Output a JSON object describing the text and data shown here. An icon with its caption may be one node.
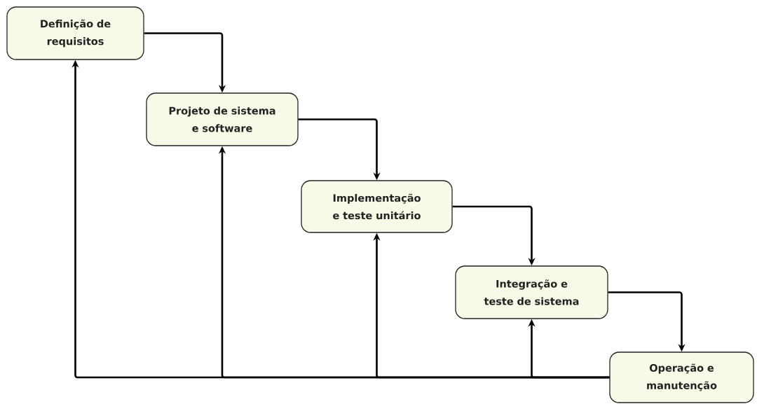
{
  "diagram": {
    "nodes": [
      {
        "text": [
          "Definição de requisitos"
        ]
      },
      {
        "text": [
          "Projeto de sistema e software"
        ]
      },
      {
        "text": [
          "Implementação e teste unitário"
        ]
      },
      {
        "text": [
          "Integração e teste de sistema"
        ]
      },
      {
        "text": [
          "Operação e manutenção"
        ]
      }
    ],
    "edges": [
      {
        "from": 0,
        "to": 1,
        "arrow": "to"
      },
      {
        "from": 1,
        "to": 2,
        "arrow": "to"
      },
      {
        "from": 2,
        "to": 3,
        "arrow": "to"
      },
      {
        "from": 3,
        "to": 4,
        "arrow": "to"
      },
      {
        "from": 4,
        "to": 0,
        "arrow": "to"
      },
      {
        "from": 4,
        "to": 1,
        "arrow": "to"
      },
      {
        "from": 4,
        "to": 2,
        "arrow": "to"
      },
      {
        "from": 4,
        "to": 3,
        "arrow": "to"
      }
    ]
  }
}
